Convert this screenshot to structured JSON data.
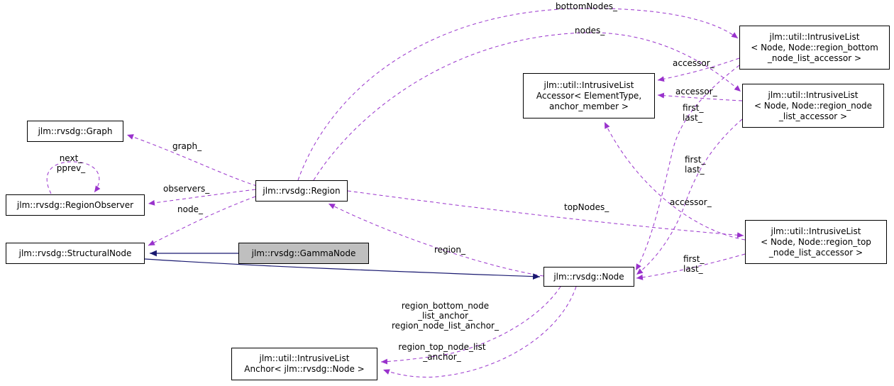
{
  "diagram": {
    "title": "doxygen collaboration graph for jlm::rvsdg::GammaNode",
    "colors": {
      "usage_edge": "#9932cc",
      "inheritance_edge": "#191970",
      "box_border": "#000000",
      "box_fill": "#ffffff",
      "selected_box_fill": "#bfbfbf"
    },
    "nodes": {
      "graph": {
        "label": "jlm::rvsdg::Graph"
      },
      "region_observer": {
        "label": "jlm::rvsdg::RegionObserver"
      },
      "structural_node": {
        "label": "jlm::rvsdg::StructuralNode"
      },
      "gamma_node": {
        "label": "jlm::rvsdg::GammaNode"
      },
      "region": {
        "label": "jlm::rvsdg::Region"
      },
      "intrusive_list_accessor": {
        "label": "jlm::util::IntrusiveList\nAccessor< ElementType,\nanchor_member >"
      },
      "list_region_bottom": {
        "label": "jlm::util::IntrusiveList\n< Node, Node::region_bottom\n_node_list_accessor >"
      },
      "list_region_node": {
        "label": "jlm::util::IntrusiveList\n< Node, Node::region_node\n_list_accessor >"
      },
      "list_region_top": {
        "label": "jlm::util::IntrusiveList\n< Node, Node::region_top\n_node_list_accessor >"
      },
      "node": {
        "label": "jlm::rvsdg::Node"
      },
      "intrusive_list_anchor": {
        "label": "jlm::util::IntrusiveList\nAnchor< jlm::rvsdg::Node >"
      }
    },
    "edge_labels": {
      "bottom_nodes": "bottomNodes_",
      "nodes": "nodes_",
      "accessor_1": "accessor_",
      "accessor_2": "accessor_",
      "accessor_3": "accessor_",
      "first_last_1": "first_\nlast_",
      "first_last_2": "first_\nlast_",
      "first_last_3": "first_\nlast_",
      "graph": "graph_",
      "next_pprev": "next_\npprev_",
      "observers": "observers_",
      "node": "node_",
      "top_nodes": "topNodes_",
      "region": "region_",
      "anchor_group_1": "region_bottom_node\n_list_anchor_\nregion_node_list_anchor_",
      "anchor_group_2": "region_top_node_list\n_anchor_"
    }
  }
}
